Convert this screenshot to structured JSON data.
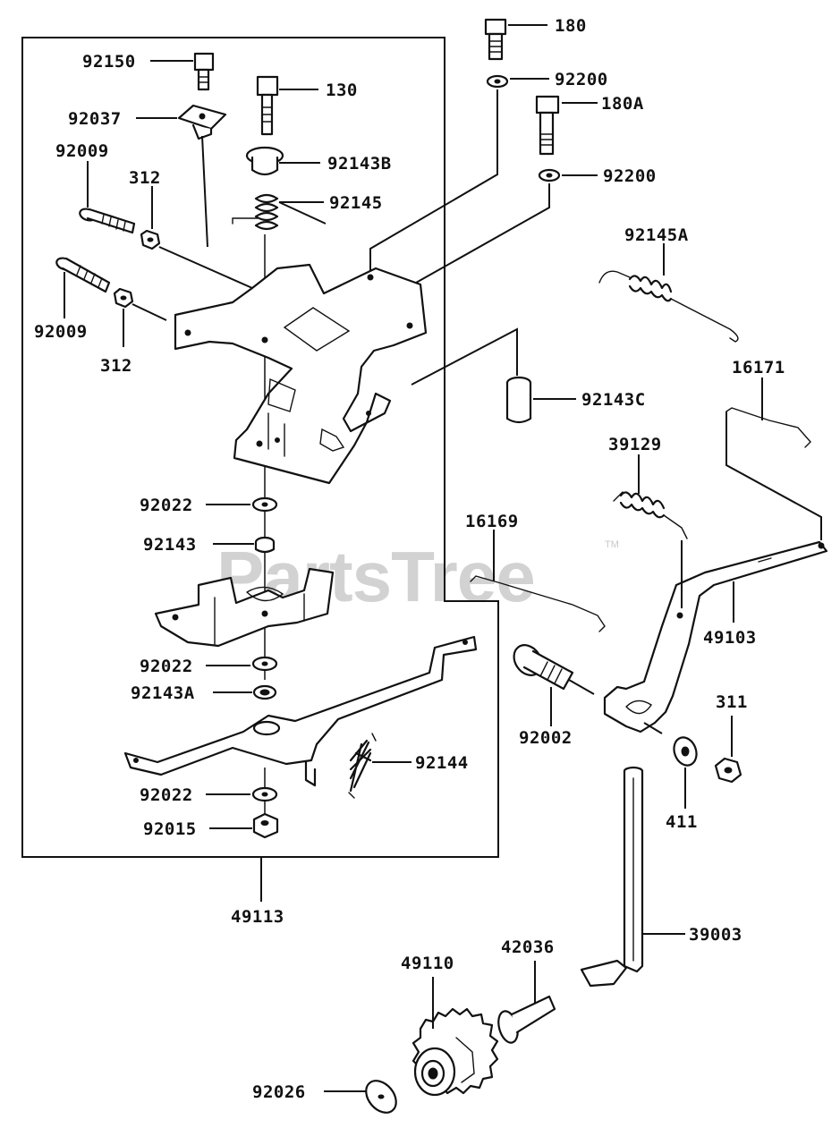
{
  "watermark": {
    "text": "PartsTree",
    "tm": "TM"
  },
  "callouts": [
    {
      "id": "c180",
      "label": "180"
    },
    {
      "id": "c92200a",
      "label": "92200"
    },
    {
      "id": "c180a",
      "label": "180A"
    },
    {
      "id": "c92200b",
      "label": "92200"
    },
    {
      "id": "c92150",
      "label": "92150"
    },
    {
      "id": "c130",
      "label": "130"
    },
    {
      "id": "c92037",
      "label": "92037"
    },
    {
      "id": "c92143b",
      "label": "92143B"
    },
    {
      "id": "c92009a",
      "label": "92009"
    },
    {
      "id": "c312a",
      "label": "312"
    },
    {
      "id": "c92145",
      "label": "92145"
    },
    {
      "id": "c92145a",
      "label": "92145A"
    },
    {
      "id": "c92009b",
      "label": "92009"
    },
    {
      "id": "c312b",
      "label": "312"
    },
    {
      "id": "c16171",
      "label": "16171"
    },
    {
      "id": "c92143c",
      "label": "92143C"
    },
    {
      "id": "c39129",
      "label": "39129"
    },
    {
      "id": "c92022a",
      "label": "92022"
    },
    {
      "id": "c16169",
      "label": "16169"
    },
    {
      "id": "c92143",
      "label": "92143"
    },
    {
      "id": "c49103",
      "label": "49103"
    },
    {
      "id": "c92022b",
      "label": "92022"
    },
    {
      "id": "c92143a",
      "label": "92143A"
    },
    {
      "id": "c311",
      "label": "311"
    },
    {
      "id": "c92002",
      "label": "92002"
    },
    {
      "id": "c92144",
      "label": "92144"
    },
    {
      "id": "c92022c",
      "label": "92022"
    },
    {
      "id": "c411",
      "label": "411"
    },
    {
      "id": "c92015",
      "label": "92015"
    },
    {
      "id": "c49113",
      "label": "49113"
    },
    {
      "id": "c39003",
      "label": "39003"
    },
    {
      "id": "c42036",
      "label": "42036"
    },
    {
      "id": "c49110",
      "label": "49110"
    },
    {
      "id": "c92026",
      "label": "92026"
    }
  ]
}
